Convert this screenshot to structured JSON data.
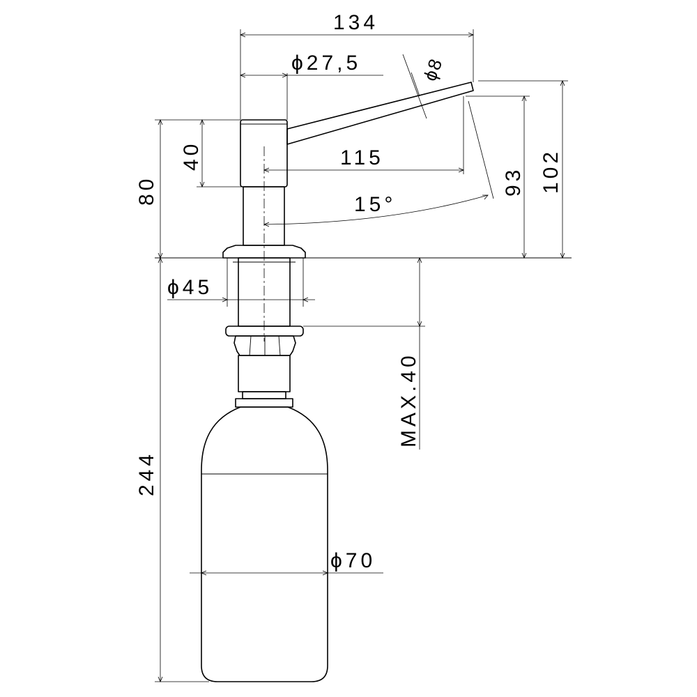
{
  "dimensions": {
    "overall_width": "134",
    "head_diameter": "ϕ27,5",
    "spout_diameter": "ϕ8",
    "head_height": "40",
    "spout_length": "115",
    "total_height_above_counter": "80",
    "spout_angle": "15°",
    "spout_tip_height": "93",
    "spout_top_height": "102",
    "shank_diameter": "ϕ45",
    "max_counter_thickness": "MAX.40",
    "under_counter_length": "244",
    "bottle_diameter": "ϕ70"
  }
}
